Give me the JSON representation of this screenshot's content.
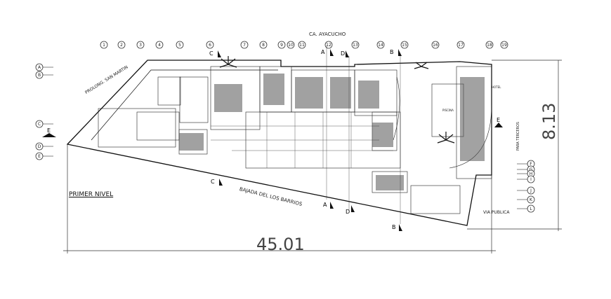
{
  "streets": {
    "top": "CA. AYACUCHO",
    "left": "PROLONG. SAN MARTIN",
    "bottom": "BAJADA DEL LOS BARRIOS",
    "right_vertical": "PARA TERCEROS",
    "right_bottom": "VIA PUBLICA"
  },
  "level_title": "PRIMER NIVEL",
  "dimensions": {
    "width": "45.01",
    "height": "8.13"
  },
  "rooms": {
    "pool": "PISCINA",
    "hotel": "HOTEL"
  },
  "column_axes": [
    "1",
    "2",
    "3",
    "4",
    "5",
    "6",
    "7",
    "8",
    "9",
    "10",
    "11",
    "12",
    "13",
    "14",
    "15",
    "16",
    "17",
    "18",
    "19"
  ],
  "row_axes_left": [
    "A",
    "B",
    "C",
    "D",
    "E"
  ],
  "row_axes_right": [
    "F",
    "G",
    "H",
    "I",
    "J",
    "K",
    "L"
  ],
  "section_marks": {
    "A": "A",
    "B": "B",
    "C": "C",
    "D": "D",
    "E": "E"
  }
}
